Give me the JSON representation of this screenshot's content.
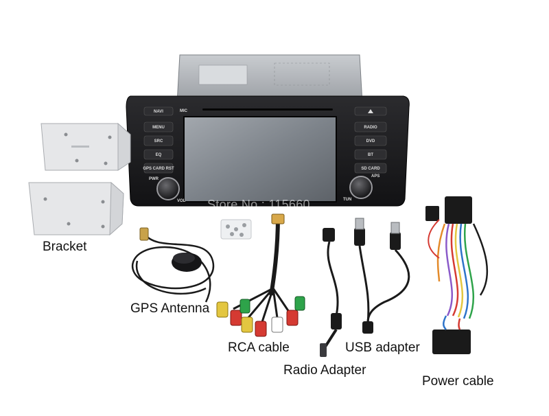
{
  "labels": {
    "bracket": "Bracket",
    "gps_antenna": "GPS Antenna",
    "rca_cable": "RCA cable",
    "radio_adapter": "Radio Adapter",
    "usb_adapter": "USB adapter",
    "power_cable": "Power cable"
  },
  "watermark": "Store No.: 115660",
  "head_unit": {
    "left_buttons": [
      "NAVI",
      "MENU",
      "SRC",
      "EQ",
      "GPS CARD RST"
    ],
    "right_buttons": [
      "RADIO",
      "DVD",
      "BT",
      "SD CARD"
    ],
    "small_labels": {
      "mic": "MIC",
      "pwr": "PWR",
      "vol": "VOL",
      "aps": "APS",
      "tun": "TUN"
    }
  },
  "colors": {
    "background": "#ffffff",
    "unit_body": "#1c1c1e",
    "screen": "#8a8f96",
    "chassis": "#b8bcc0",
    "bracket": "#e6e7e9",
    "cable": "#1a1a1a"
  }
}
